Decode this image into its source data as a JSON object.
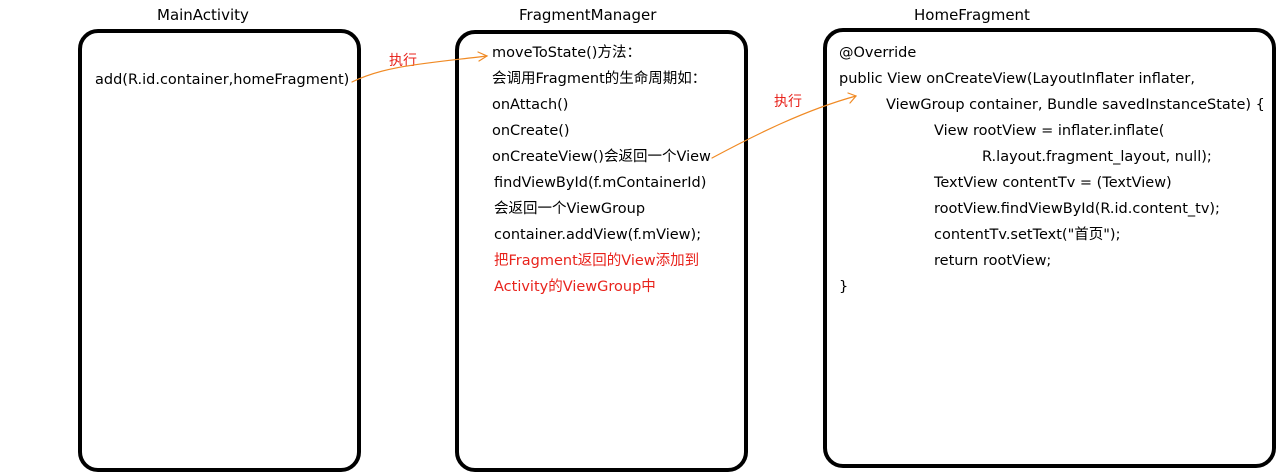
{
  "titles": {
    "main_activity": "MainActivity",
    "fragment_manager": "FragmentManager",
    "home_fragment": "HomeFragment"
  },
  "main_activity": {
    "lines": [
      "add(R.id.container,homeFragment)"
    ]
  },
  "fragment_manager": {
    "lines": [
      "moveToState()方法：",
      "会调用Fragment的生命周期如：",
      "onAttach()",
      "onCreate()",
      "onCreateView()会返回一个View",
      "findViewById(f.mContainerId)",
      "会返回一个ViewGroup",
      "container.addView(f.mView);",
      "把Fragment返回的View添加到",
      "Activity的ViewGroup中"
    ]
  },
  "home_fragment": {
    "lines": [
      "@Override",
      "public View onCreateView(LayoutInflater inflater,",
      "ViewGroup container, Bundle savedInstanceState) {",
      "View rootView = inflater.inflate(",
      "R.layout.fragment_layout, null);",
      "TextView contentTv = (TextView)",
      "rootView.findViewById(R.id.content_tv);",
      "contentTv.setText(\"首页\");",
      "return rootView;",
      "}"
    ]
  },
  "arrows": {
    "label_1": "执行",
    "label_2": "执行",
    "color": "#f08a24"
  },
  "colors": {
    "highlight_text": "#e8231c",
    "box_border": "#000000"
  }
}
